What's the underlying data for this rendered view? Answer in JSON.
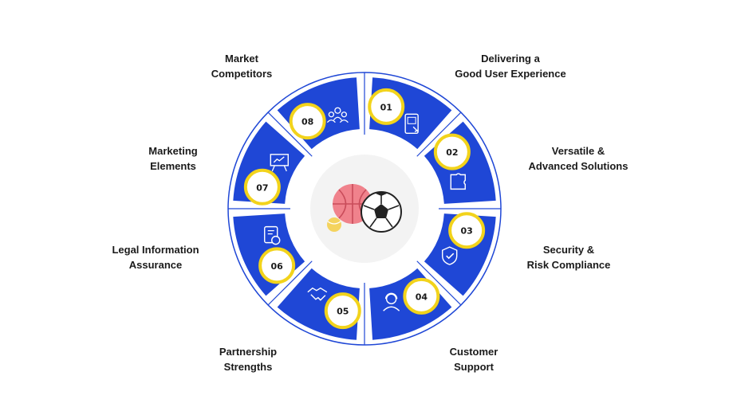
{
  "colors": {
    "segment": "#1f47d6",
    "ring": "#ffffff",
    "outer_ring": "#1f47d6",
    "badge_border": "#f2d31b",
    "badge_fill": "#ffffff",
    "text": "#1a1a1a",
    "hub_bg": "#f3f3f3"
  },
  "center": {
    "icon": "sports-balls-icon"
  },
  "items": [
    {
      "number": "01",
      "lines": [
        "Delivering a",
        "Good User Experience"
      ],
      "icon": "ux-mobile-icon"
    },
    {
      "number": "02",
      "lines": [
        "Versatile &",
        "Advanced Solutions"
      ],
      "icon": "puzzle-icon"
    },
    {
      "number": "03",
      "lines": [
        "Security &",
        "Risk Compliance"
      ],
      "icon": "shield-check-icon"
    },
    {
      "number": "04",
      "lines": [
        "Customer",
        "Support"
      ],
      "icon": "support-agent-icon"
    },
    {
      "number": "05",
      "lines": [
        "Partnership",
        "Strengths"
      ],
      "icon": "handshake-icon"
    },
    {
      "number": "06",
      "lines": [
        "Legal Information",
        "Assurance"
      ],
      "icon": "secure-document-icon"
    },
    {
      "number": "07",
      "lines": [
        "Marketing",
        "Elements"
      ],
      "icon": "presentation-board-icon"
    },
    {
      "number": "08",
      "lines": [
        "Market",
        "Competitors"
      ],
      "icon": "competitors-team-icon"
    }
  ]
}
